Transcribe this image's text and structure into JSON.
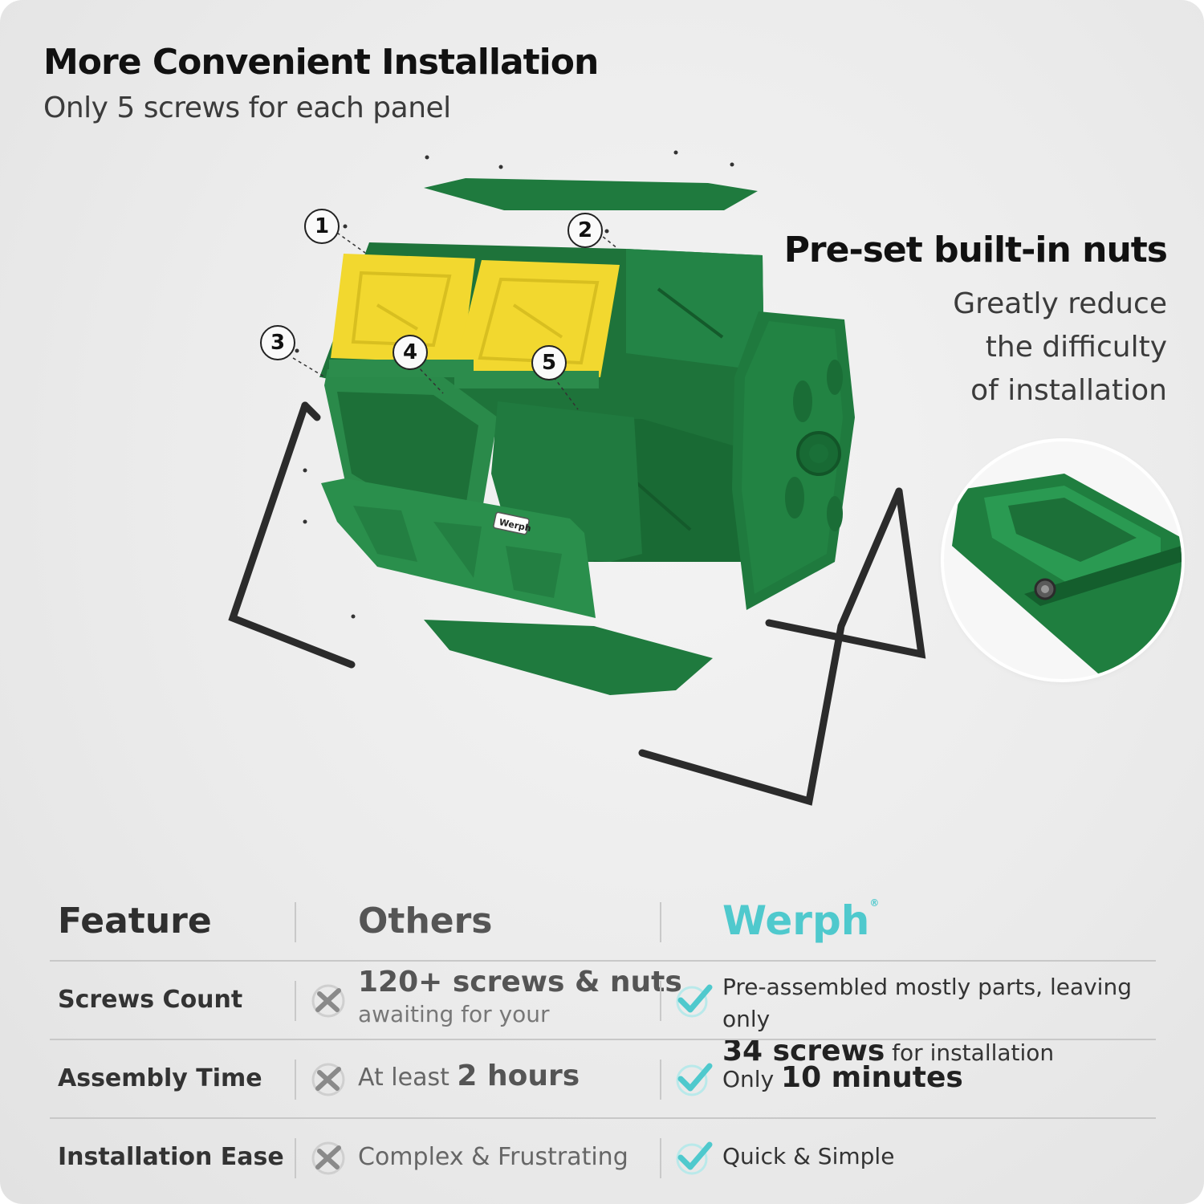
{
  "header": {
    "title": "More Convenient Installation",
    "subtitle": "Only 5 screws for each panel"
  },
  "feature_note": {
    "title": "Pre-set built-in nuts",
    "lines": [
      "Greatly reduce",
      "the difficulty",
      "of installation"
    ]
  },
  "callouts": [
    "1",
    "2",
    "3",
    "4",
    "5"
  ],
  "product": {
    "label": "Werph",
    "colors": {
      "green": "#1f7a3e",
      "yellow": "#f2d82f",
      "frame": "#2b2b2b"
    }
  },
  "comparison": {
    "headers": {
      "feature": "Feature",
      "others": "Others",
      "brand": "Werph",
      "brand_mark": "®"
    },
    "brand_color": "#4fc9cd",
    "rows": [
      {
        "feature": "Screws Count",
        "others_big": "120+ screws & nuts",
        "others_small": "awaiting for your",
        "brand_line1": "Pre-assembled mostly parts, leaving only",
        "brand_big": "34 screws",
        "brand_after": "for installation"
      },
      {
        "feature": "Assembly Time",
        "others_pre": "At least",
        "others_big": "2 hours",
        "brand_pre": "Only",
        "brand_big": "10 minutes"
      },
      {
        "feature": "Installation Ease",
        "others_text": "Complex & Frustrating",
        "brand_text": "Quick & Simple"
      }
    ],
    "icons": {
      "others": "x-mark-icon",
      "brand": "check-mark-icon"
    }
  }
}
